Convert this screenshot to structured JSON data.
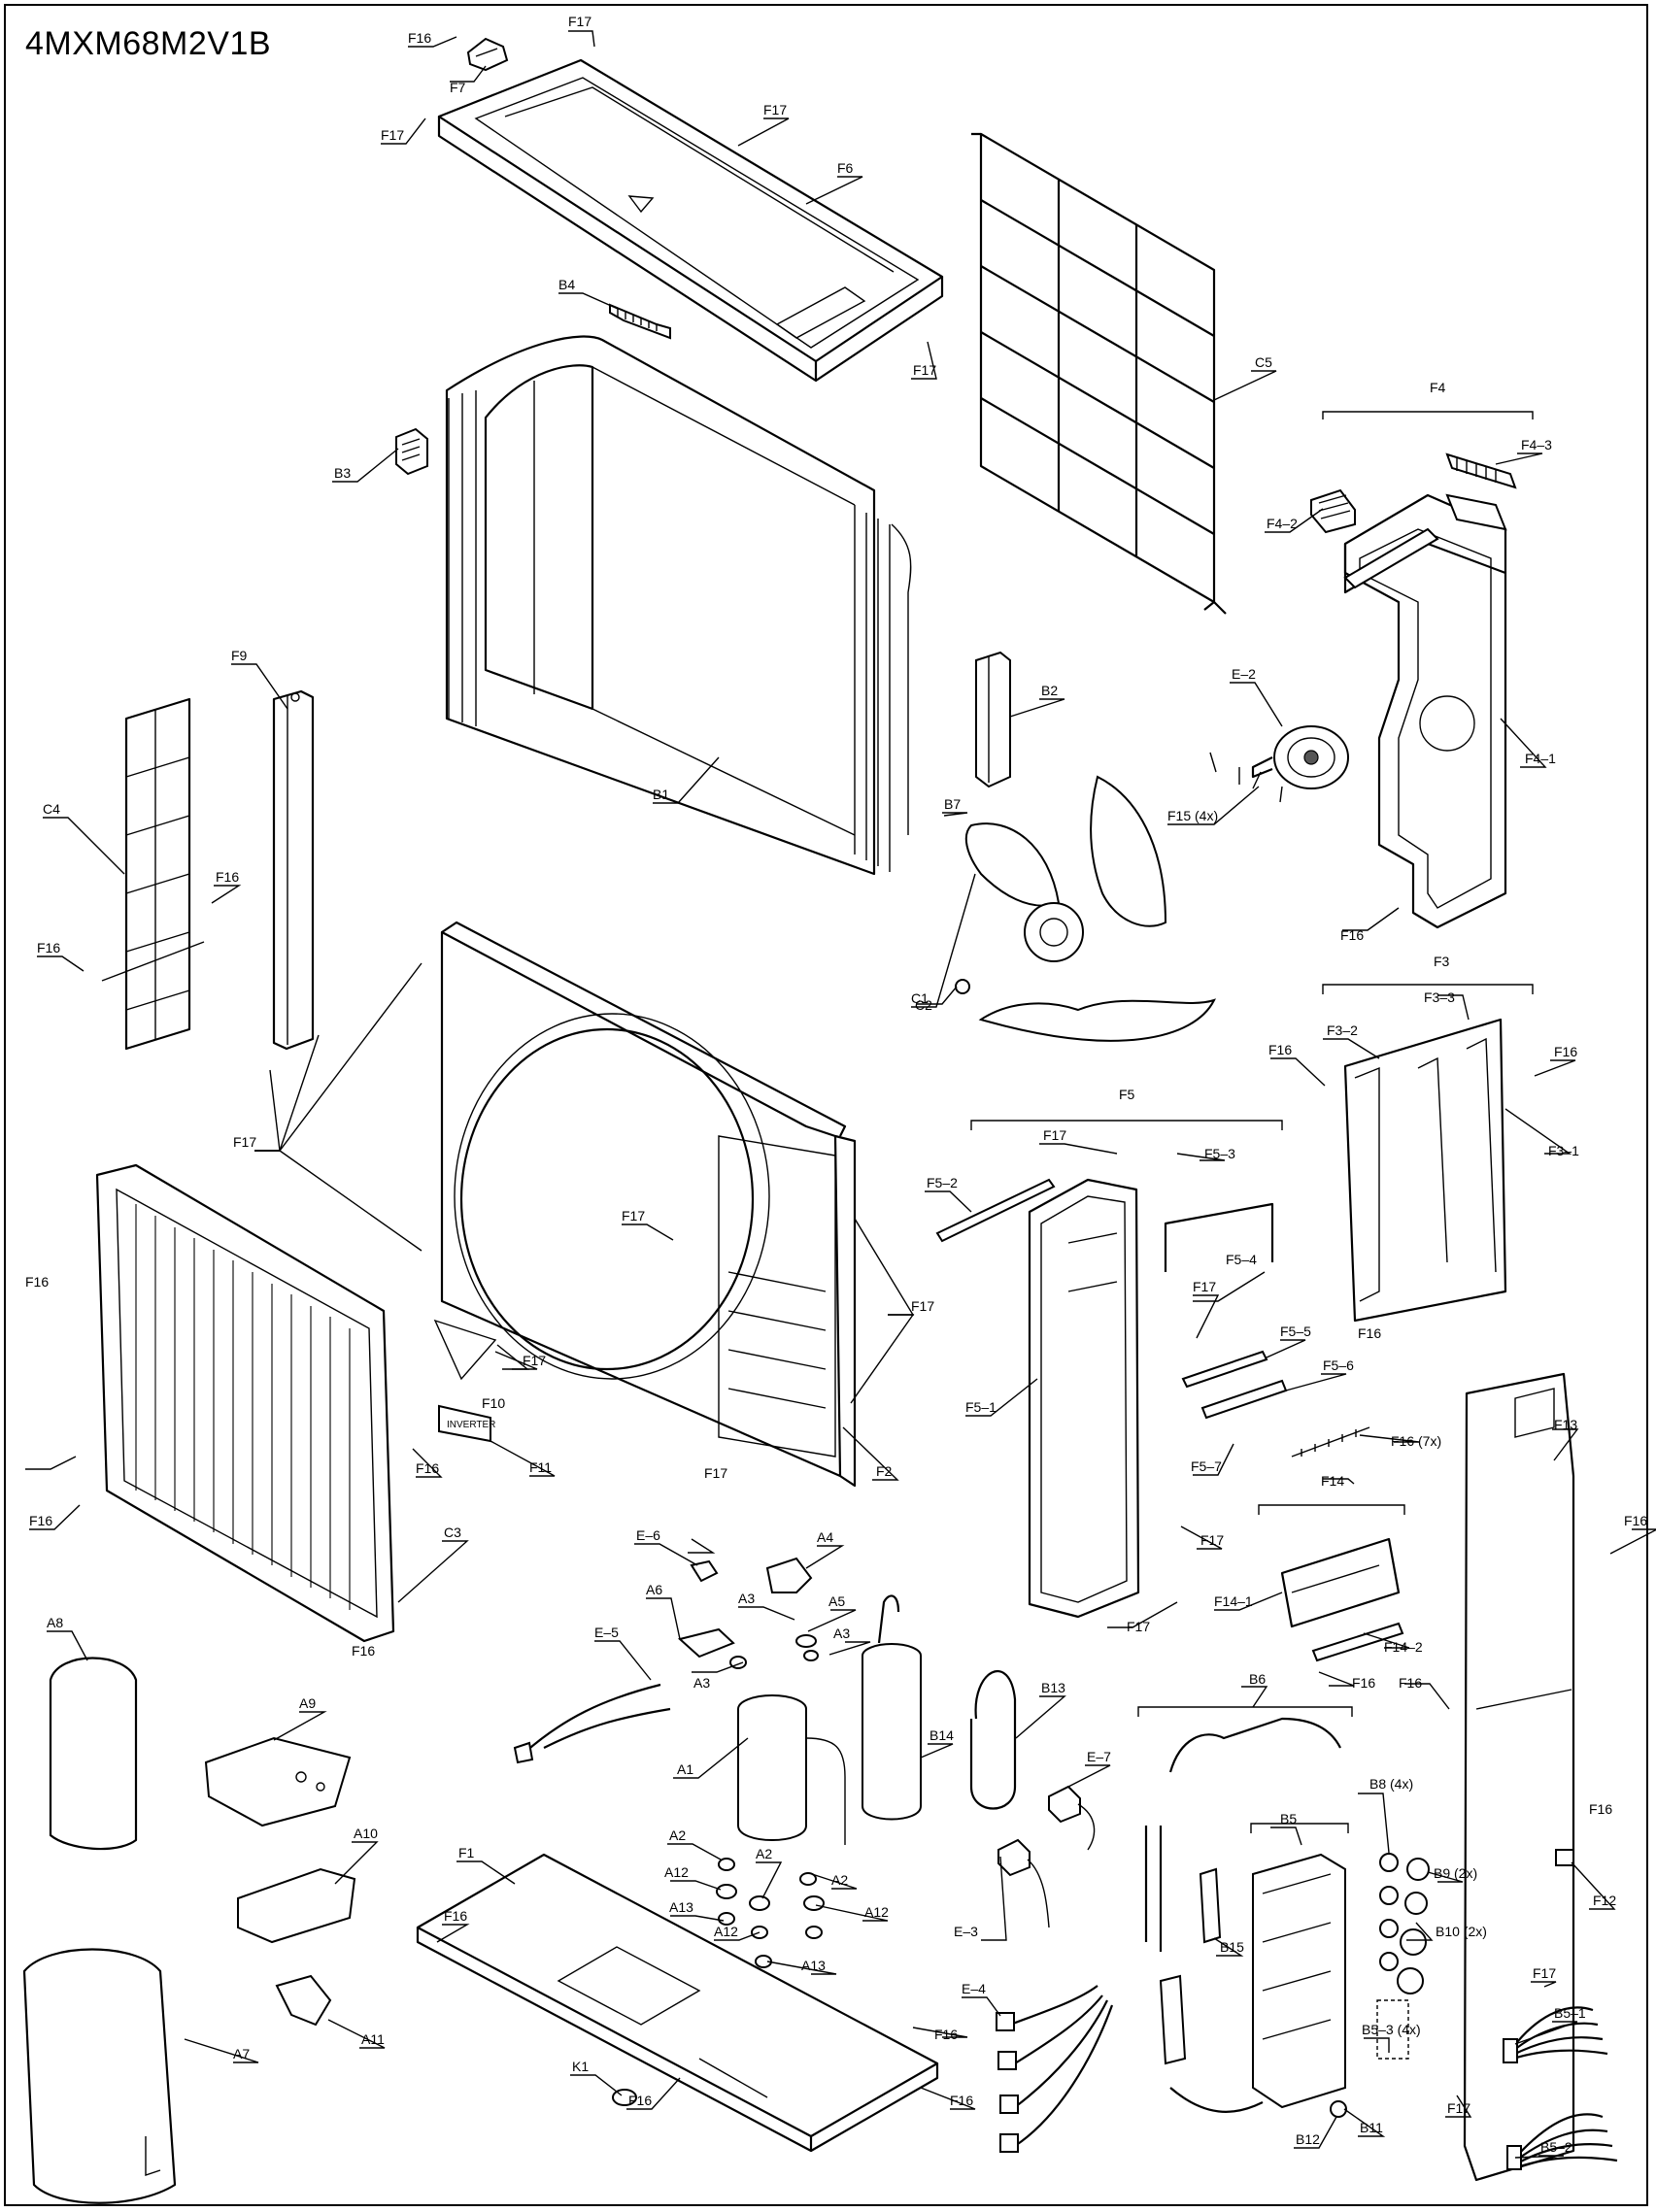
{
  "model": "4MXM68M2V1B",
  "labels": {
    "F16_a": "F16",
    "F17_a": "F17",
    "F7": "F7",
    "F17_b": "F17",
    "F17_c": "F17",
    "F6": "F6",
    "B4": "B4",
    "F17_d": "F17",
    "C5": "C5",
    "F4": "F4",
    "F4_3": "F4–3",
    "F4_2": "F4–2",
    "B3": "B3",
    "F9": "F9",
    "B2": "B2",
    "E_2": "E–2",
    "F4_1": "F4–1",
    "B7": "B7",
    "B1": "B1",
    "F15": "F15 (4x)",
    "C4": "C4",
    "F16_b": "F16",
    "C1": "C1",
    "F16_c": "F16",
    "F16_d": "F16",
    "C2": "C2",
    "F3": "F3",
    "F3_3": "F3–3",
    "F3_2": "F3–2",
    "F16_e": "F16",
    "F16_f": "F16",
    "F5": "F5",
    "F17_e": "F17",
    "F17_f": "F17",
    "F5_3": "F5–3",
    "F3_1": "F3–1",
    "F5_2": "F5–2",
    "F17_g": "F17",
    "F16_g": "F16",
    "F5_4": "F5–4",
    "F17_h": "F17",
    "F17_i": "F17",
    "F17_j": "F17",
    "F16_h": "F16",
    "F5_5": "F5–5",
    "F10": "F10",
    "F5_6": "F5–6",
    "F5_1": "F5–1",
    "F16_i": "F16",
    "F11": "F11",
    "F16_j": "F16 (7x)",
    "F17_k": "F17",
    "F2": "F2",
    "F5_7": "F5–7",
    "F13": "F13",
    "F14": "F14",
    "F16_k": "F16",
    "C3": "C3",
    "F17_l": "F17",
    "F16_l": "F16",
    "E_6": "E–6",
    "A4": "A4",
    "F14_1": "F14–1",
    "A6": "A6",
    "A3_a": "A3",
    "A5": "A5",
    "F17_m": "F17",
    "F16_m": "F16",
    "A8": "A8",
    "E_5": "E–5",
    "A3_b": "A3",
    "F14_2": "F14–2",
    "A9": "A9",
    "A3_c": "A3",
    "F16_n": "F16",
    "F16_o": "F16",
    "B13": "B13",
    "B6": "B6",
    "B14": "B14",
    "A1": "A1",
    "E_7": "E–7",
    "B8": "B8 (4x)",
    "F16_p": "F16",
    "B5": "B5",
    "A2_a": "A2",
    "A10": "A10",
    "F1": "F1",
    "A12_a": "A12",
    "A2_b": "A2",
    "A2_c": "A2",
    "B9": "B9 (2x)",
    "F12": "F12",
    "F16_q": "F16",
    "A13_a": "A13",
    "A12_b": "A12",
    "E_3": "E–3",
    "A12_c": "A12",
    "A13_b": "A13",
    "B10": "B10 (2x)",
    "B15": "B15",
    "A11": "A11",
    "E_4": "E–4",
    "F17_n": "F17",
    "F16_r": "F16",
    "B5_3": "B5–3 (4x)",
    "B5_1": "B5–1",
    "A7": "A7",
    "K1": "K1",
    "F16_s": "F16",
    "F16_t": "F16",
    "F17_o": "F17",
    "B12": "B12",
    "B11": "B11",
    "B5_2": "B5–2"
  }
}
